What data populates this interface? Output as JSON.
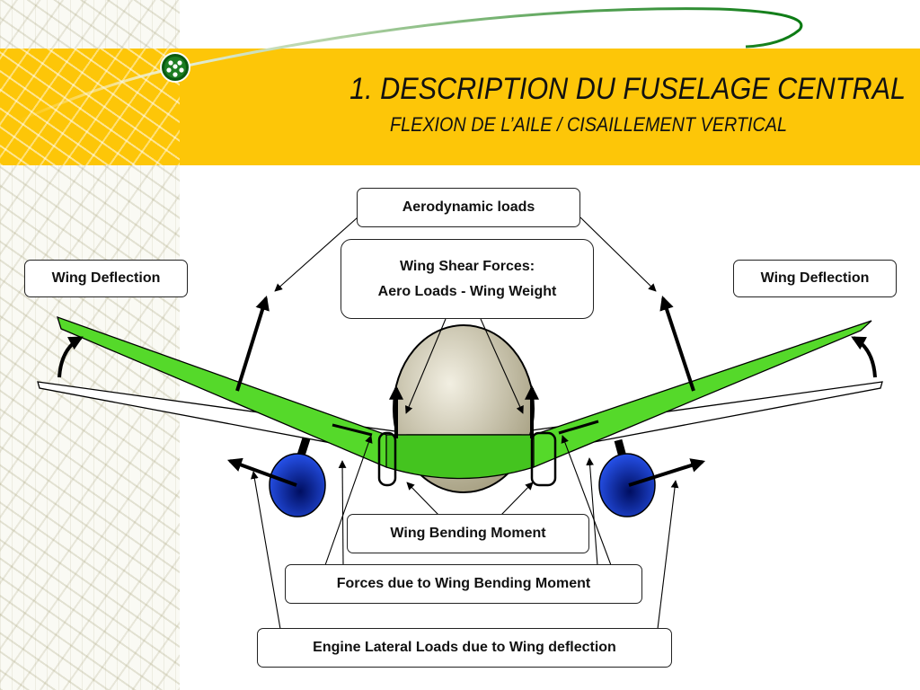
{
  "slide": {
    "title": "1. DESCRIPTION DU FUSELAGE CENTRAL",
    "subtitle": "FLEXION DE L’AILE / CISAILLEMENT VERTICAL"
  },
  "labels": {
    "aerodynamic_loads": "Aerodynamic loads",
    "wing_deflection_left": "Wing Deflection",
    "wing_deflection_right": "Wing Deflection",
    "wing_shear_line1": "Wing Shear Forces:",
    "wing_shear_line2": "Aero Loads - Wing Weight",
    "wing_bending_moment": "Wing Bending Moment",
    "forces_bending_moment": "Forces due to Wing Bending Moment",
    "engine_lateral_loads": "Engine Lateral Loads due to Wing deflection"
  },
  "colors": {
    "title_band": "#fdc608",
    "wing_green": "#55d92a",
    "engine_blue": "#1a3fd6",
    "fuselage": "#cdc6a8",
    "swoosh": "#0a7a12"
  }
}
